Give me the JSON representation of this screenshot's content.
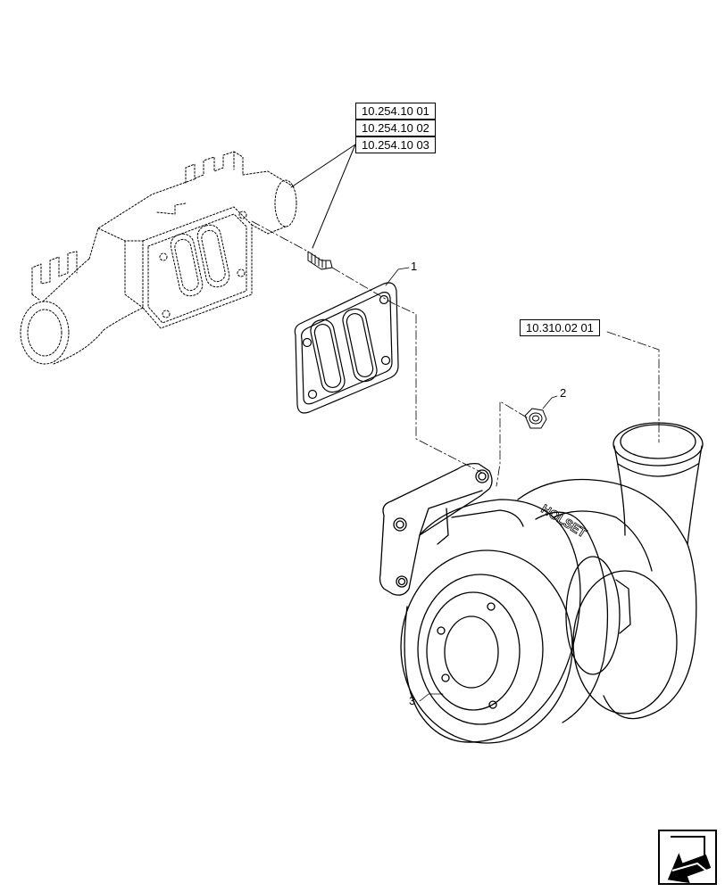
{
  "references": [
    {
      "id": "ref-10-254-10-01",
      "label": "10.254.10 01"
    },
    {
      "id": "ref-10-254-10-02",
      "label": "10.254.10 02"
    },
    {
      "id": "ref-10-254-10-03",
      "label": "10.254.10 03"
    },
    {
      "id": "ref-10-310-02-01",
      "label": "10.310.02 01"
    }
  ],
  "callouts": [
    {
      "id": "callout-1",
      "label": "1",
      "part": "gasket"
    },
    {
      "id": "callout-2",
      "label": "2",
      "part": "nut"
    },
    {
      "id": "callout-3",
      "label": "3",
      "part": "turbocharger"
    }
  ],
  "brand_text": "HOLSET",
  "navigation": {
    "icon": "return-arrow-icon"
  }
}
